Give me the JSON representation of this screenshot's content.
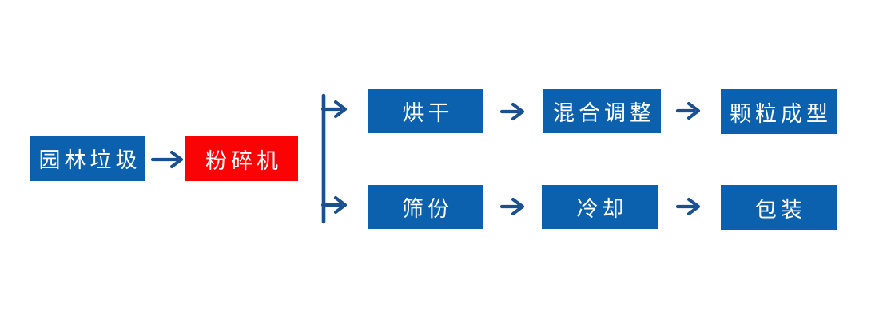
{
  "diagram": {
    "title": "garden-waste-pellet-production-flow",
    "nodes": {
      "source": "园林垃圾",
      "crusher": "粉碎机",
      "drying": "烘干",
      "mixing": "混合调整",
      "pelletizing": "颗粒成型",
      "sieving": "筛份",
      "cooling": "冷却",
      "packing": "包装"
    },
    "icons": {
      "arrow_right_icon": "→",
      "branch_split_icon": "↦"
    }
  },
  "colors": {
    "box_blue": "#0b61ae",
    "box_red": "#f90305",
    "connector_blue": "#1a5090",
    "text_white": "#ffffff",
    "background": "#ffffff"
  }
}
